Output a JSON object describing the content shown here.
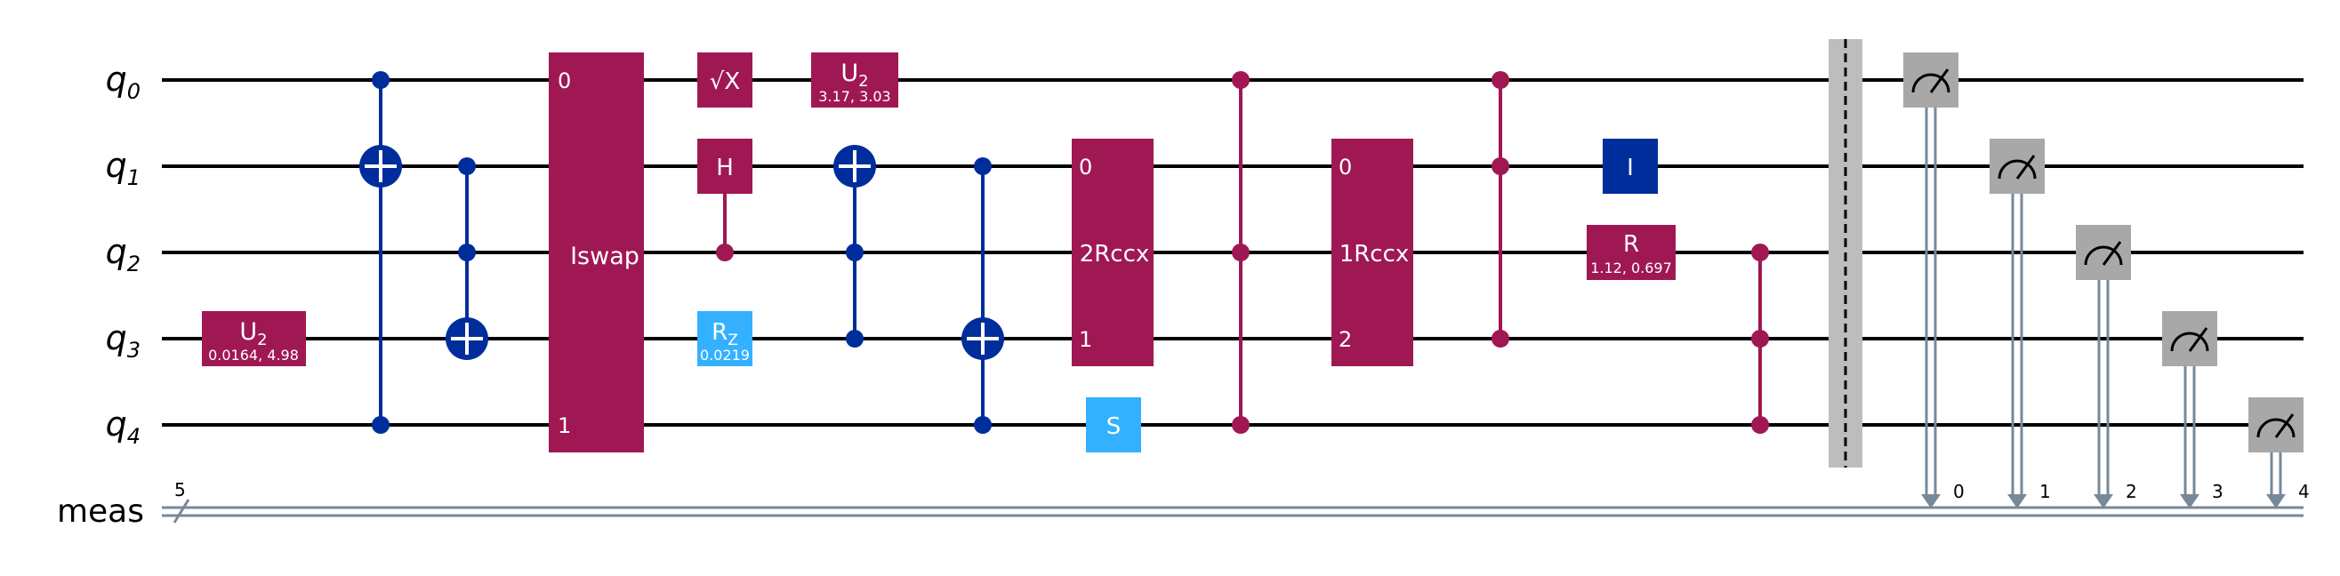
{
  "colors": {
    "wire": "#000000",
    "classical_wire": "#778899",
    "multi_gate": "#9f1853",
    "cx": "#002d9c",
    "rz": "#33b1ff",
    "s": "#33b1ff",
    "identity": "#002d9c",
    "measure": "#a8a8a8",
    "barrier": "#bdbdbd"
  },
  "qubits": [
    {
      "base": "q",
      "index": "0"
    },
    {
      "base": "q",
      "index": "1"
    },
    {
      "base": "q",
      "index": "2"
    },
    {
      "base": "q",
      "index": "3"
    },
    {
      "base": "q",
      "index": "4"
    }
  ],
  "classical_register": {
    "name": "meas",
    "width": "5"
  },
  "gates": {
    "u2_q3": {
      "label": "U",
      "sub": "2",
      "params": "0.0164, 4.98"
    },
    "iswap": {
      "label": "Iswap",
      "port_top": "0",
      "port_bottom": "1"
    },
    "sx_q0": {
      "label": "√X"
    },
    "h_q1": {
      "label": "H"
    },
    "rz_q3": {
      "label": "R",
      "sub": "Z",
      "params": "0.0219"
    },
    "u2_q0": {
      "label": "U",
      "sub": "2",
      "params": "3.17, 3.03"
    },
    "rccx_a": {
      "label": "2Rccx",
      "port_q1": "0",
      "port_q3": "1"
    },
    "s_q4": {
      "label": "S"
    },
    "rccx_b": {
      "label": "1Rccx",
      "port_q1": "0",
      "port_q3": "2"
    },
    "i_q1": {
      "label": "I"
    },
    "r_q2": {
      "label": "R",
      "params": "1.12, 0.697"
    }
  },
  "measure_bits": [
    "0",
    "1",
    "2",
    "3",
    "4"
  ]
}
